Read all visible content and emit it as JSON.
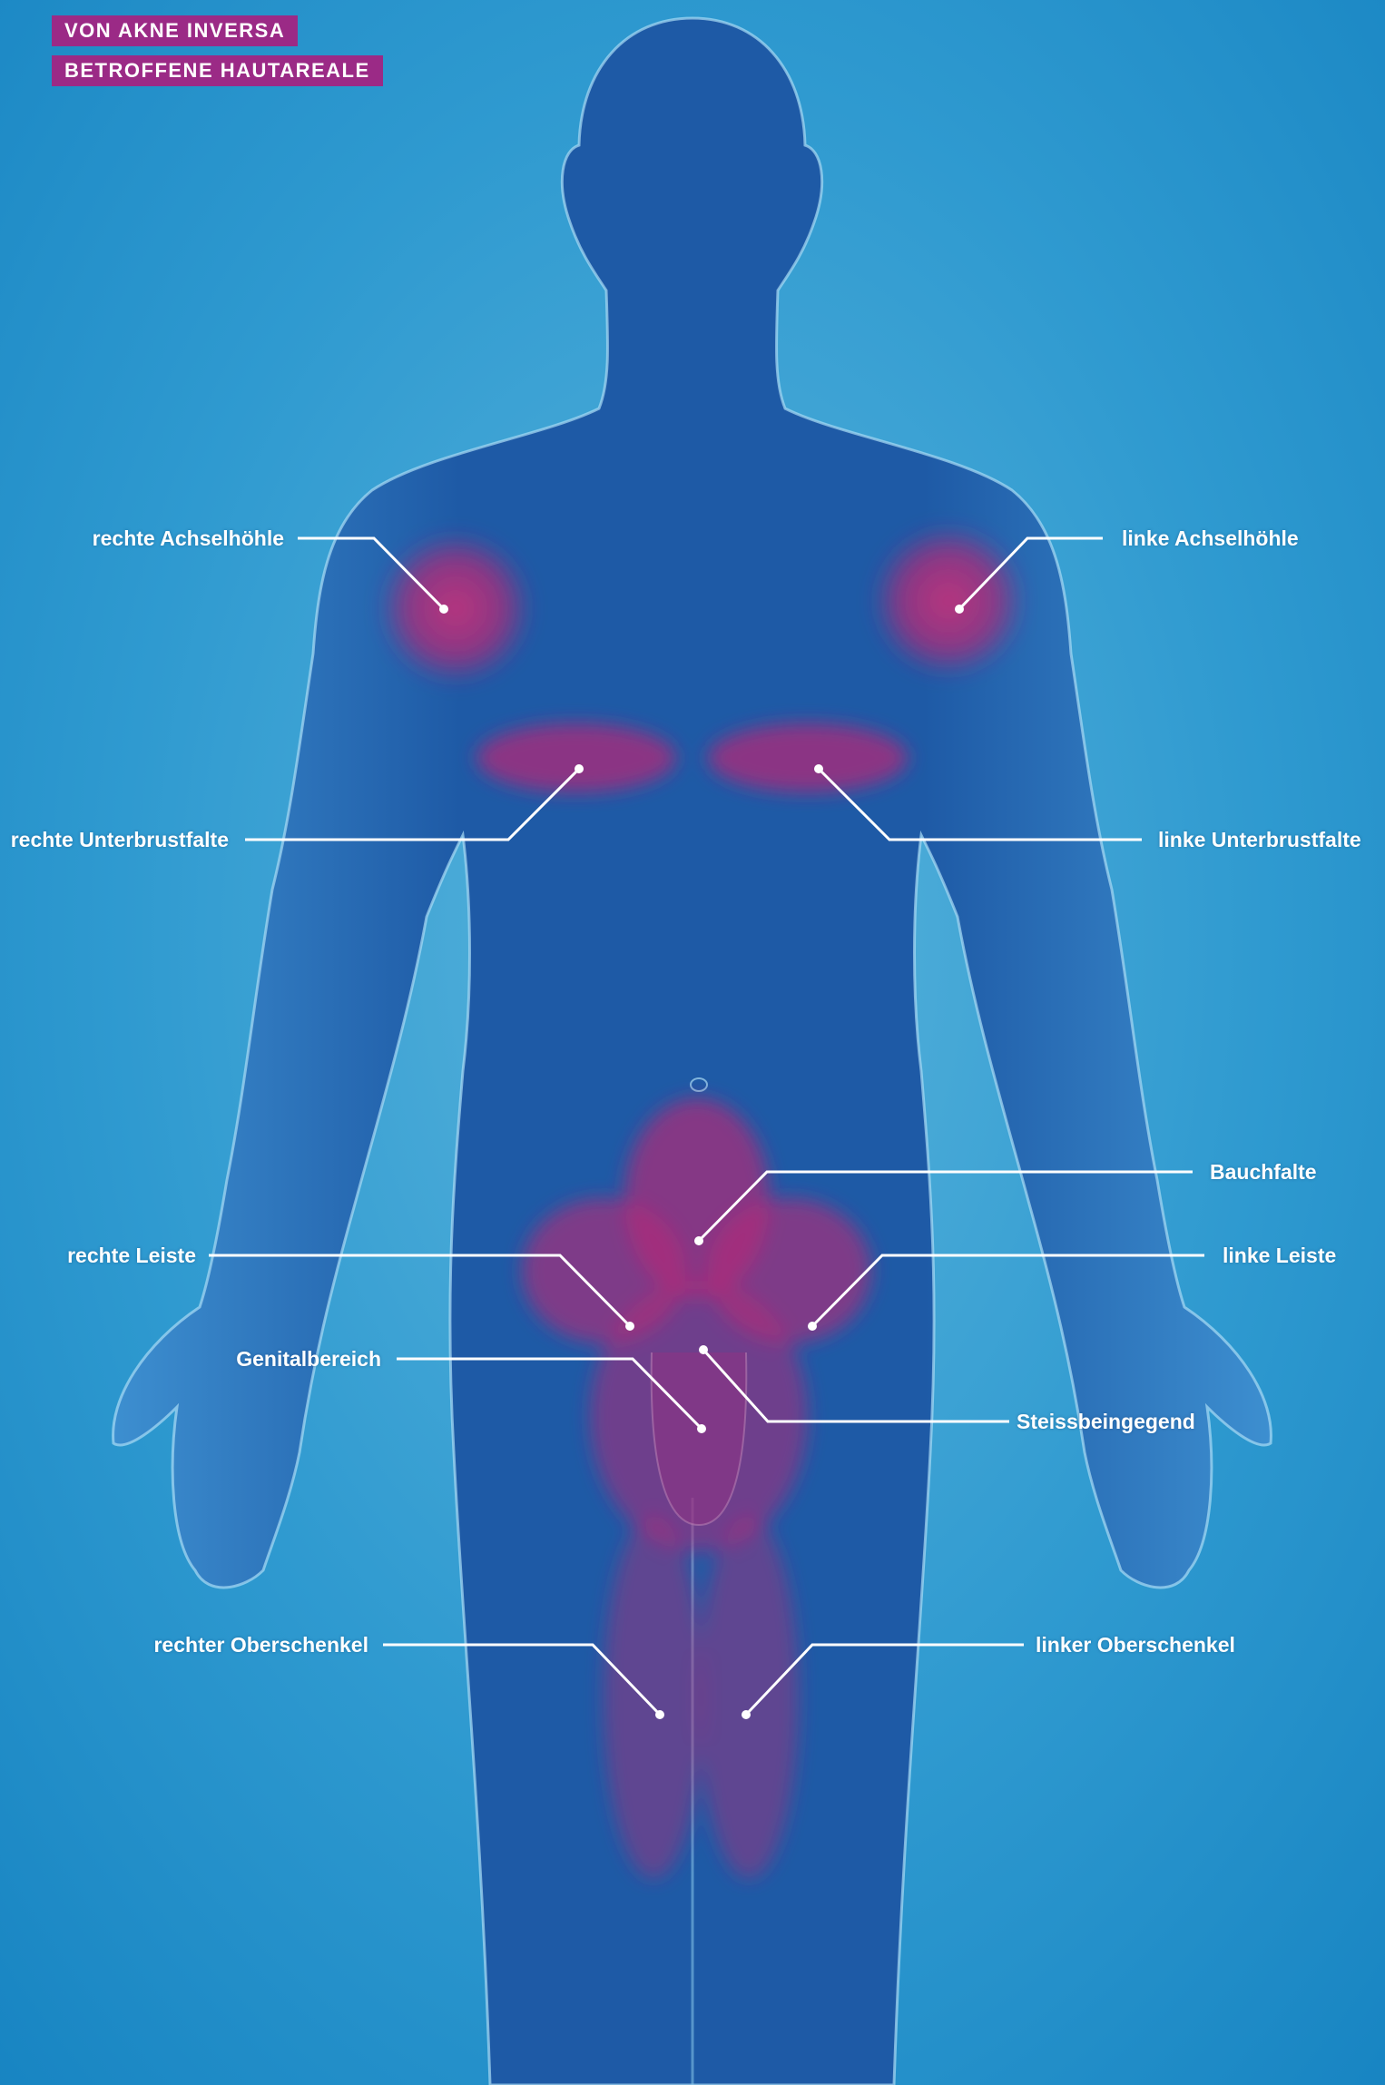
{
  "header": {
    "tag_line_1": "VON AKNE INVERSA",
    "tag_line_2": "BETROFFENE HAUTAREALE"
  },
  "labels": {
    "rechte_achselhoehle": "rechte Achselhöhle",
    "linke_achselhoehle": "linke Achselhöhle",
    "rechte_unterbrustfalte": "rechte Unterbrustfalte",
    "linke_unterbrustfalte": "linke Unterbrustfalte",
    "bauchfalte": "Bauchfalte",
    "rechte_leiste": "rechte Leiste",
    "linke_leiste": "linke Leiste",
    "genitalbereich": "Genitalbereich",
    "steissbeingegend": "Steissbeingegend",
    "rechter_oberschenkel": "rechter Oberschenkel",
    "linker_oberschenkel": "linker Oberschenkel"
  },
  "colors": {
    "background": "#1b8ec8",
    "body": "#1d5ea8",
    "affected_area": "#b02a78",
    "tag": "#9b2a86",
    "leader_line": "#ffffff"
  }
}
